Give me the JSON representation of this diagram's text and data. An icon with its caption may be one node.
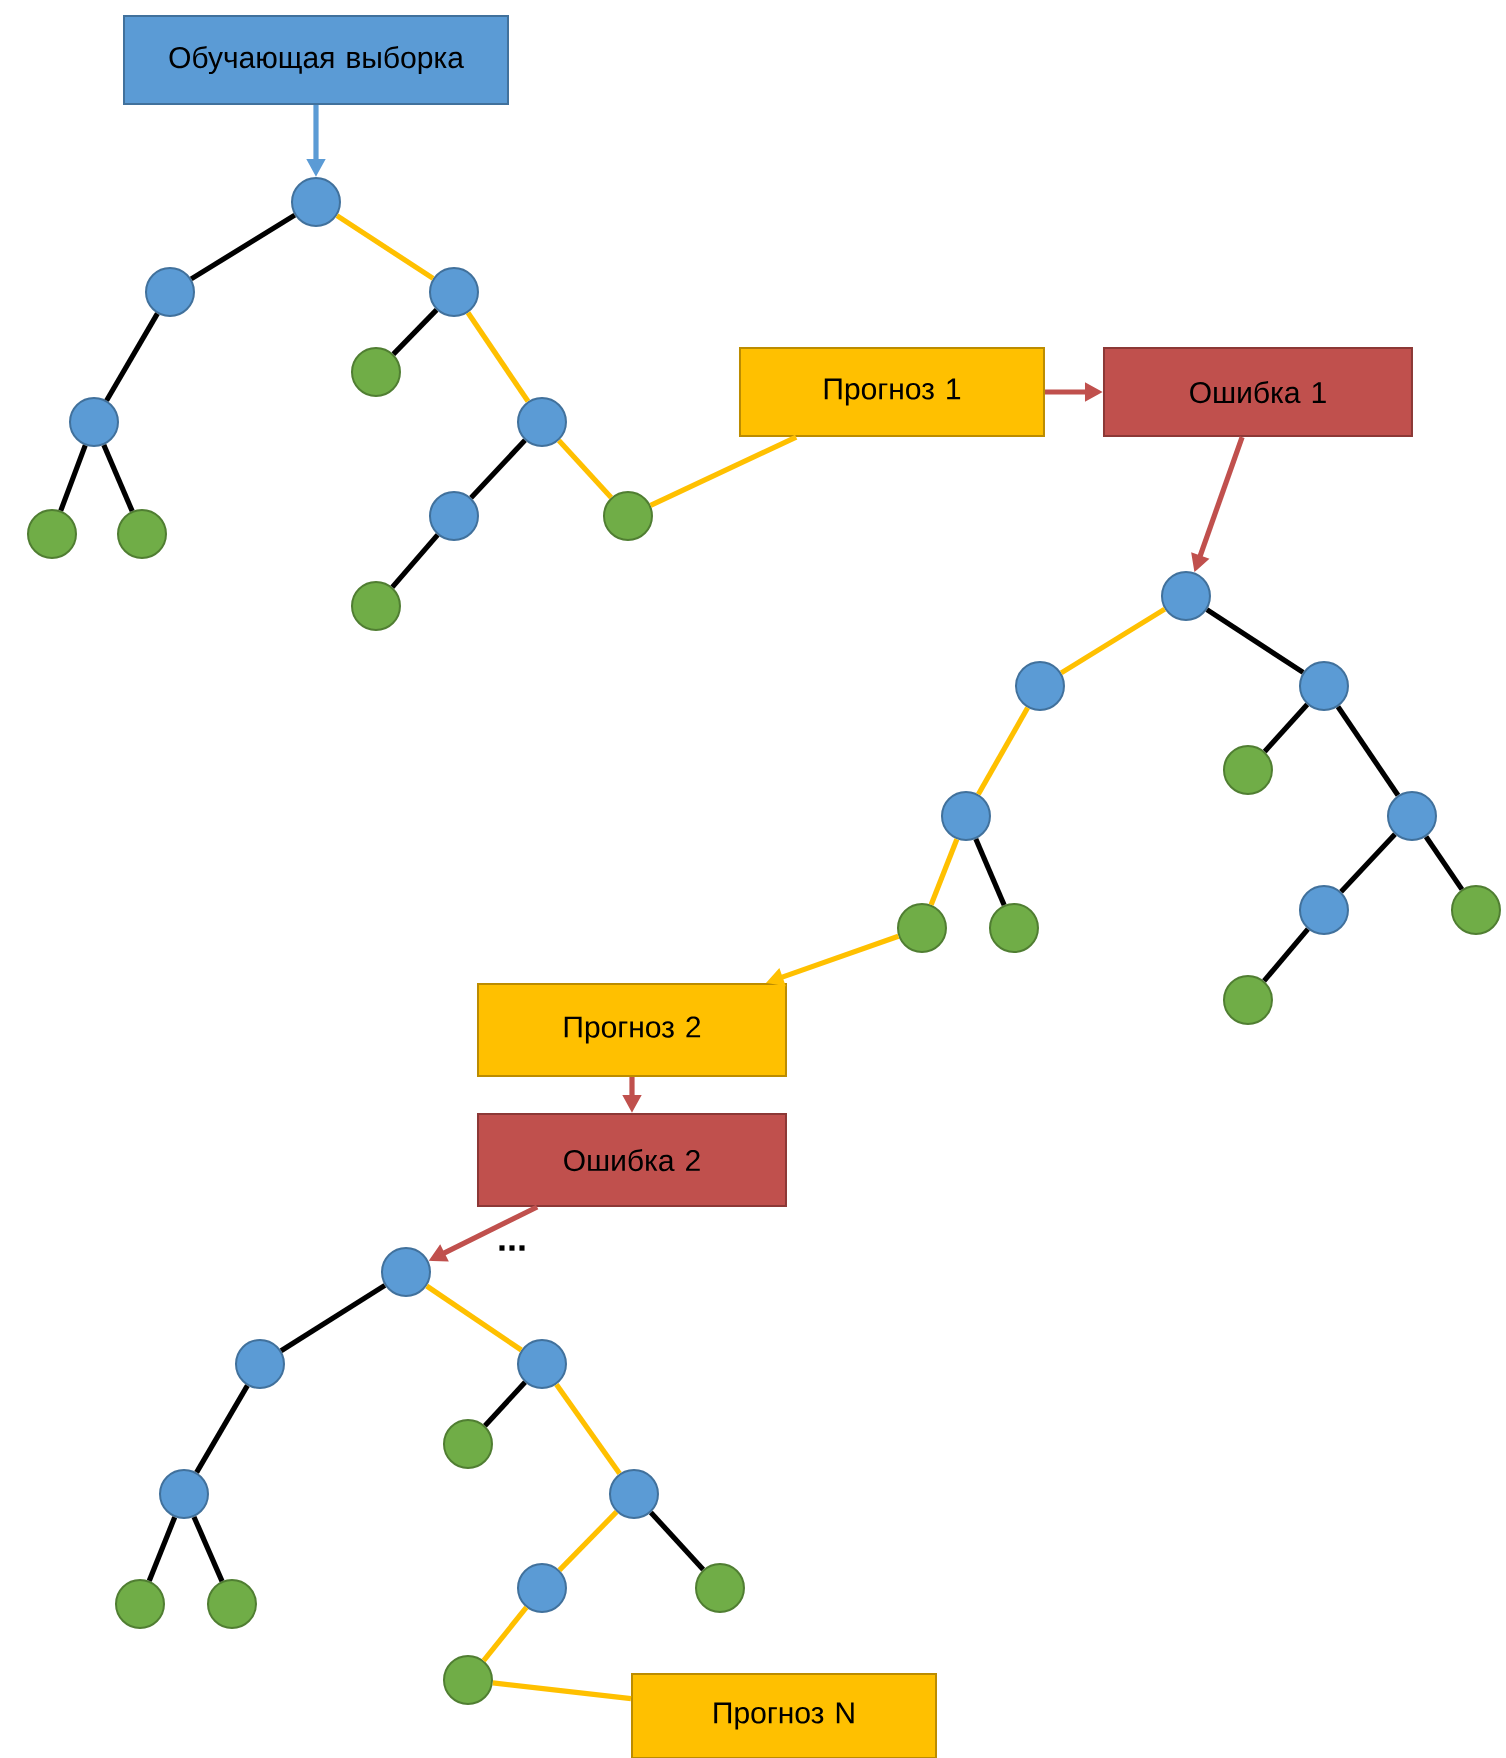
{
  "diagram": {
    "nodes": [
      {
        "text": [
          "Обучающая выборка"
        ]
      },
      {
        "text": [],
        "shape": "circle"
      },
      {
        "text": [],
        "shape": "circle"
      },
      {
        "text": [],
        "shape": "circle"
      },
      {
        "text": [],
        "shape": "circle"
      },
      {
        "text": [],
        "shape": "circle"
      },
      {
        "text": [],
        "shape": "circle"
      },
      {
        "text": [],
        "shape": "circle"
      },
      {
        "text": [],
        "shape": "circle"
      },
      {
        "text": [],
        "shape": "circle"
      },
      {
        "text": [],
        "shape": "circle"
      },
      {
        "text": [],
        "shape": "circle"
      },
      {
        "text": [
          "Прогноз 1"
        ]
      },
      {
        "text": [
          "Ошибка 1"
        ]
      },
      {
        "text": [],
        "shape": "circle"
      },
      {
        "text": [],
        "shape": "circle"
      },
      {
        "text": [],
        "shape": "circle"
      },
      {
        "text": [],
        "shape": "circle"
      },
      {
        "text": [],
        "shape": "circle"
      },
      {
        "text": [],
        "shape": "circle"
      },
      {
        "text": [],
        "shape": "circle"
      },
      {
        "text": [],
        "shape": "circle"
      },
      {
        "text": [],
        "shape": "circle"
      },
      {
        "text": [],
        "shape": "circle"
      },
      {
        "text": [],
        "shape": "circle"
      },
      {
        "text": [
          "Прогноз 2"
        ]
      },
      {
        "text": [
          "Ошибка 2"
        ]
      },
      {
        "text": [],
        "shape": "circle"
      },
      {
        "text": [],
        "shape": "circle"
      },
      {
        "text": [],
        "shape": "circle"
      },
      {
        "text": [],
        "shape": "circle"
      },
      {
        "text": [],
        "shape": "circle"
      },
      {
        "text": [],
        "shape": "circle"
      },
      {
        "text": [],
        "shape": "circle"
      },
      {
        "text": [],
        "shape": "circle"
      },
      {
        "text": [],
        "shape": "circle"
      },
      {
        "text": [],
        "shape": "circle"
      },
      {
        "text": [],
        "shape": "circle"
      },
      {
        "text": [
          "Прогноз N"
        ]
      }
    ],
    "edges": [
      {
        "from": 0,
        "to": 1,
        "arrow": "to",
        "color": "#5b9bd5"
      },
      {
        "from": 1,
        "to": 2,
        "arrow": "none"
      },
      {
        "from": 1,
        "to": 3,
        "arrow": "none",
        "color": "#ffc000"
      },
      {
        "from": 2,
        "to": 4,
        "arrow": "none"
      },
      {
        "from": 3,
        "to": 5,
        "arrow": "none"
      },
      {
        "from": 3,
        "to": 6,
        "arrow": "none",
        "color": "#ffc000"
      },
      {
        "from": 4,
        "to": 7,
        "arrow": "none"
      },
      {
        "from": 4,
        "to": 8,
        "arrow": "none"
      },
      {
        "from": 6,
        "to": 9,
        "arrow": "none"
      },
      {
        "from": 6,
        "to": 10,
        "arrow": "none",
        "color": "#ffc000"
      },
      {
        "from": 9,
        "to": 11,
        "arrow": "none"
      },
      {
        "from": 10,
        "to": 12,
        "arrow": "none",
        "color": "#ffc000"
      },
      {
        "from": 12,
        "to": 13,
        "arrow": "to",
        "color": "#c0504d"
      },
      {
        "from": 13,
        "to": 14,
        "arrow": "to",
        "color": "#c0504d"
      },
      {
        "from": 14,
        "to": 15,
        "arrow": "none",
        "color": "#ffc000"
      },
      {
        "from": 14,
        "to": 16,
        "arrow": "none"
      },
      {
        "from": 15,
        "to": 17,
        "arrow": "none",
        "color": "#ffc000"
      },
      {
        "from": 16,
        "to": 18,
        "arrow": "none"
      },
      {
        "from": 16,
        "to": 19,
        "arrow": "none"
      },
      {
        "from": 17,
        "to": 20,
        "arrow": "none",
        "color": "#ffc000"
      },
      {
        "from": 17,
        "to": 21,
        "arrow": "none"
      },
      {
        "from": 19,
        "to": 22,
        "arrow": "none"
      },
      {
        "from": 19,
        "to": 23,
        "arrow": "none"
      },
      {
        "from": 22,
        "to": 24,
        "arrow": "none"
      },
      {
        "from": 20,
        "to": 25,
        "arrow": "to",
        "color": "#ffc000"
      },
      {
        "from": 25,
        "to": 26,
        "arrow": "to",
        "color": "#c0504d"
      },
      {
        "from": 26,
        "to": 27,
        "arrow": "to",
        "color": "#c0504d"
      },
      {
        "from": 27,
        "to": 28,
        "arrow": "none"
      },
      {
        "from": 27,
        "to": 29,
        "arrow": "none",
        "color": "#ffc000"
      },
      {
        "from": 28,
        "to": 30,
        "arrow": "none"
      },
      {
        "from": 29,
        "to": 31,
        "arrow": "none"
      },
      {
        "from": 29,
        "to": 32,
        "arrow": "none",
        "color": "#ffc000"
      },
      {
        "from": 30,
        "to": 33,
        "arrow": "none"
      },
      {
        "from": 30,
        "to": 34,
        "arrow": "none"
      },
      {
        "from": 32,
        "to": 35,
        "arrow": "none",
        "color": "#ffc000"
      },
      {
        "from": 32,
        "to": 36,
        "arrow": "none"
      },
      {
        "from": 35,
        "to": 37,
        "arrow": "none",
        "color": "#ffc000"
      },
      {
        "from": 37,
        "to": 38,
        "arrow": "none",
        "color": "#ffc000"
      }
    ],
    "labels": [
      "..."
    ]
  }
}
